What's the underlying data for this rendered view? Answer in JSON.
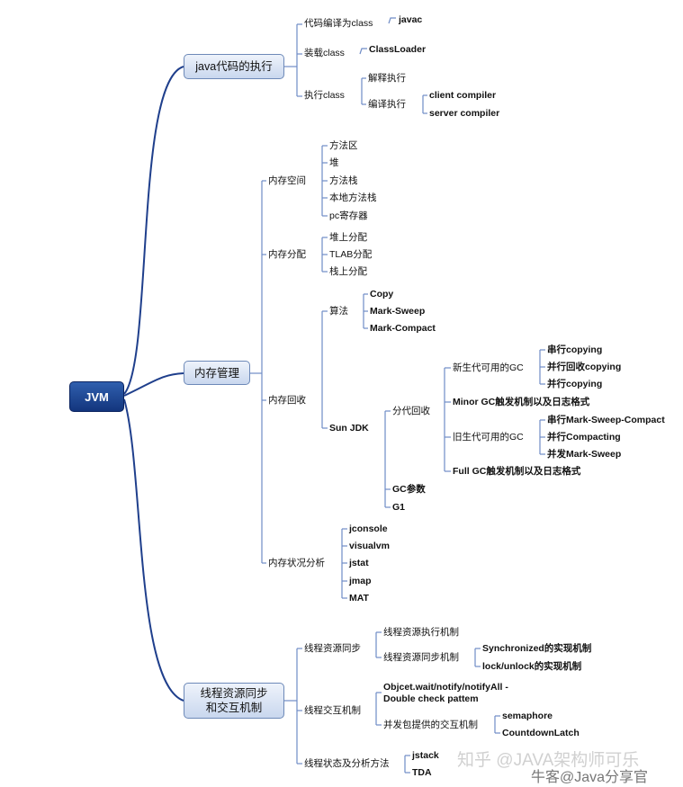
{
  "root": "JVM",
  "b1": {
    "title": "java代码的执行",
    "compile": "代码编译为class",
    "javac": "javac",
    "load": "装载class",
    "classloader": "ClassLoader",
    "exec": "执行class",
    "interpret": "解释执行",
    "jit": "编译执行",
    "client": "client compiler",
    "server": "server compiler"
  },
  "b2": {
    "title": "内存管理",
    "space": "内存空间",
    "space_items": [
      "方法区",
      "堆",
      "方法栈",
      "本地方法栈",
      "pc寄存器"
    ],
    "alloc": "内存分配",
    "alloc_items": [
      "堆上分配",
      "TLAB分配",
      "栈上分配"
    ],
    "gc": "内存回收",
    "algo": "算法",
    "algo_items": [
      "Copy",
      "Mark-Sweep",
      "Mark-Compact"
    ],
    "sunjdk": "Sun JDK",
    "gen": "分代回收",
    "young": "新生代可用的GC",
    "young_items": [
      "串行copying",
      "并行回收copying",
      "并行copying"
    ],
    "minor": "Minor GC触发机制以及日志格式",
    "old": "旧生代可用的GC",
    "old_items": [
      "串行Mark-Sweep-Compact",
      "并行Compacting",
      "并发Mark-Sweep"
    ],
    "full": "Full GC触发机制以及日志格式",
    "gcparam": "GC参数",
    "g1": "G1",
    "analysis": "内存状况分析",
    "analysis_items": [
      "jconsole",
      "visualvm",
      "jstat",
      "jmap",
      "MAT"
    ]
  },
  "b3": {
    "title_line1": "线程资源同步",
    "title_line2": "和交互机制",
    "sync": "线程资源同步",
    "sync_exec": "线程资源执行机制",
    "sync_mech": "线程资源同步机制",
    "synchronized": "Synchronized的实现机制",
    "lock": "lock/unlock的实现机制",
    "interact": "线程交互机制",
    "wait_line1": "Objcet.wait/notify/notifyAll -",
    "wait_line2": "Double check pattem",
    "concurrent": "并发包提供的交互机制",
    "semaphore": "semaphore",
    "latch": "CountdownLatch",
    "state": "线程状态及分析方法",
    "jstack": "jstack",
    "tda": "TDA"
  },
  "watermarks": {
    "zhihu": "知乎 @JAVA架构师可乐",
    "niuke": "牛客@Java分享官"
  }
}
